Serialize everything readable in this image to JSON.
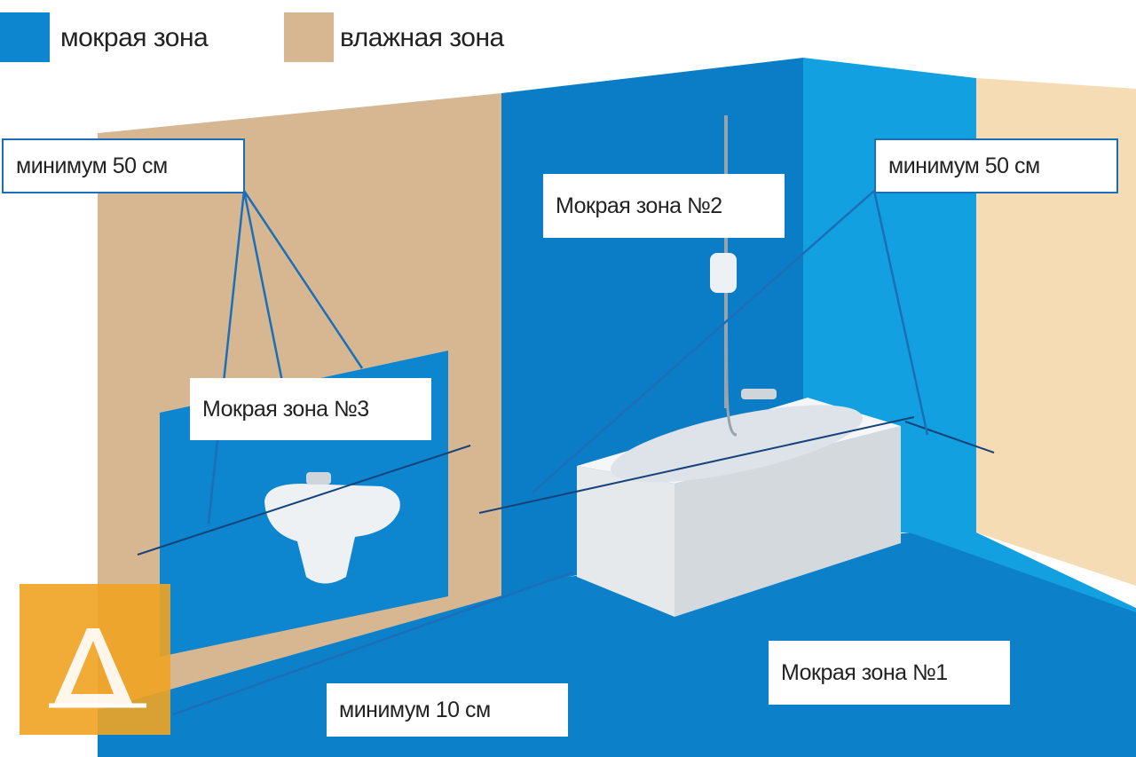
{
  "legend": [
    {
      "label": "мокрая зона",
      "color": "#0d85cf"
    },
    {
      "label": "влажная зона",
      "color": "#d6b791"
    }
  ],
  "labels": {
    "min50_left": "минимум 50 см",
    "min50_right": "минимум 50 см",
    "min10": "минимум 10 см",
    "zone1": "Мокрая зона №1",
    "zone2": "Мокрая зона №2",
    "zone3": "Мокрая зона №3"
  },
  "colors": {
    "wet": "#0d85cf",
    "wet_light": "#12a0e0",
    "damp": "#d6b791",
    "damp_light": "#f6dcb4",
    "logo": "#f0a322"
  }
}
